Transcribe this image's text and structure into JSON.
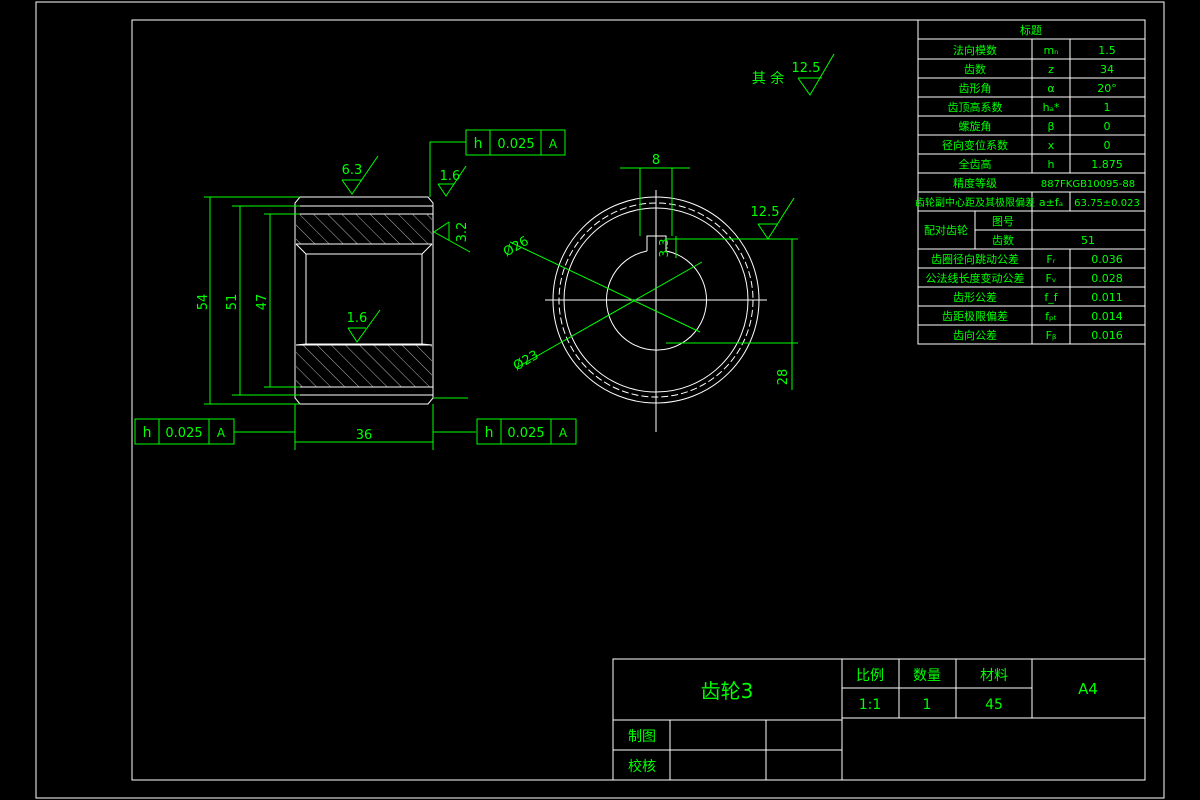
{
  "roughness": {
    "other_label": "其 余",
    "other_value": "12.5",
    "top_left": "6.3",
    "top_mid": "1.6",
    "side": "3.2",
    "bore": "1.6",
    "keyway_side": "12.5"
  },
  "tolerance_frames": [
    {
      "symbol": "h",
      "value": "0.025",
      "datum": "A"
    },
    {
      "symbol": "h",
      "value": "0.025",
      "datum": "A"
    },
    {
      "symbol": "h",
      "value": "0.025",
      "datum": "A"
    }
  ],
  "dimensions": {
    "d54": "54",
    "d51": "51",
    "d47": "47",
    "width": "36",
    "key_width": "8",
    "key_depth": "3.3",
    "dia26": "Ø26",
    "dia23": "Ø23",
    "height28": "28"
  },
  "params": {
    "header": "标题",
    "rows": [
      {
        "name": "法向模数",
        "sym": "mₙ",
        "val": "1.5"
      },
      {
        "name": "齿数",
        "sym": "z",
        "val": "34"
      },
      {
        "name": "齿形角",
        "sym": "α",
        "val": "20°"
      },
      {
        "name": "齿顶高系数",
        "sym": "hₐ*",
        "val": "1"
      },
      {
        "name": "螺旋角",
        "sym": "β",
        "val": "0"
      },
      {
        "name": "径向变位系数",
        "sym": "x",
        "val": "0"
      },
      {
        "name": "全齿高",
        "sym": "h",
        "val": "1.875"
      }
    ],
    "precision_label": "精度等级",
    "precision_value": "887FKGB10095-88",
    "center_label": "齿轮副中心距及其极限偏差",
    "center_sym": "a±fₐ",
    "center_val": "63.75±0.023",
    "mating_label": "配对齿轮",
    "mating_rows": [
      {
        "name": "图号",
        "val": ""
      },
      {
        "name": "齿数",
        "val": "51"
      }
    ],
    "tol_rows": [
      {
        "name": "齿圈径向跳动公差",
        "sym": "Fᵣ",
        "val": "0.036"
      },
      {
        "name": "公法线长度变动公差",
        "sym": "Fᵥ",
        "val": "0.028"
      },
      {
        "name": "齿形公差",
        "sym": "f_f",
        "val": "0.011"
      },
      {
        "name": "齿距极限偏差",
        "sym": "fₚₜ",
        "val": "0.014"
      },
      {
        "name": "齿向公差",
        "sym": "Fᵦ",
        "val": "0.016"
      }
    ]
  },
  "title_block": {
    "part_name": "齿轮3",
    "scale_label": "比例",
    "qty_label": "数量",
    "material_label": "材料",
    "scale": "1:1",
    "qty": "1",
    "material": "45",
    "sheet": "A4",
    "drawn_label": "制图",
    "checked_label": "校核"
  }
}
